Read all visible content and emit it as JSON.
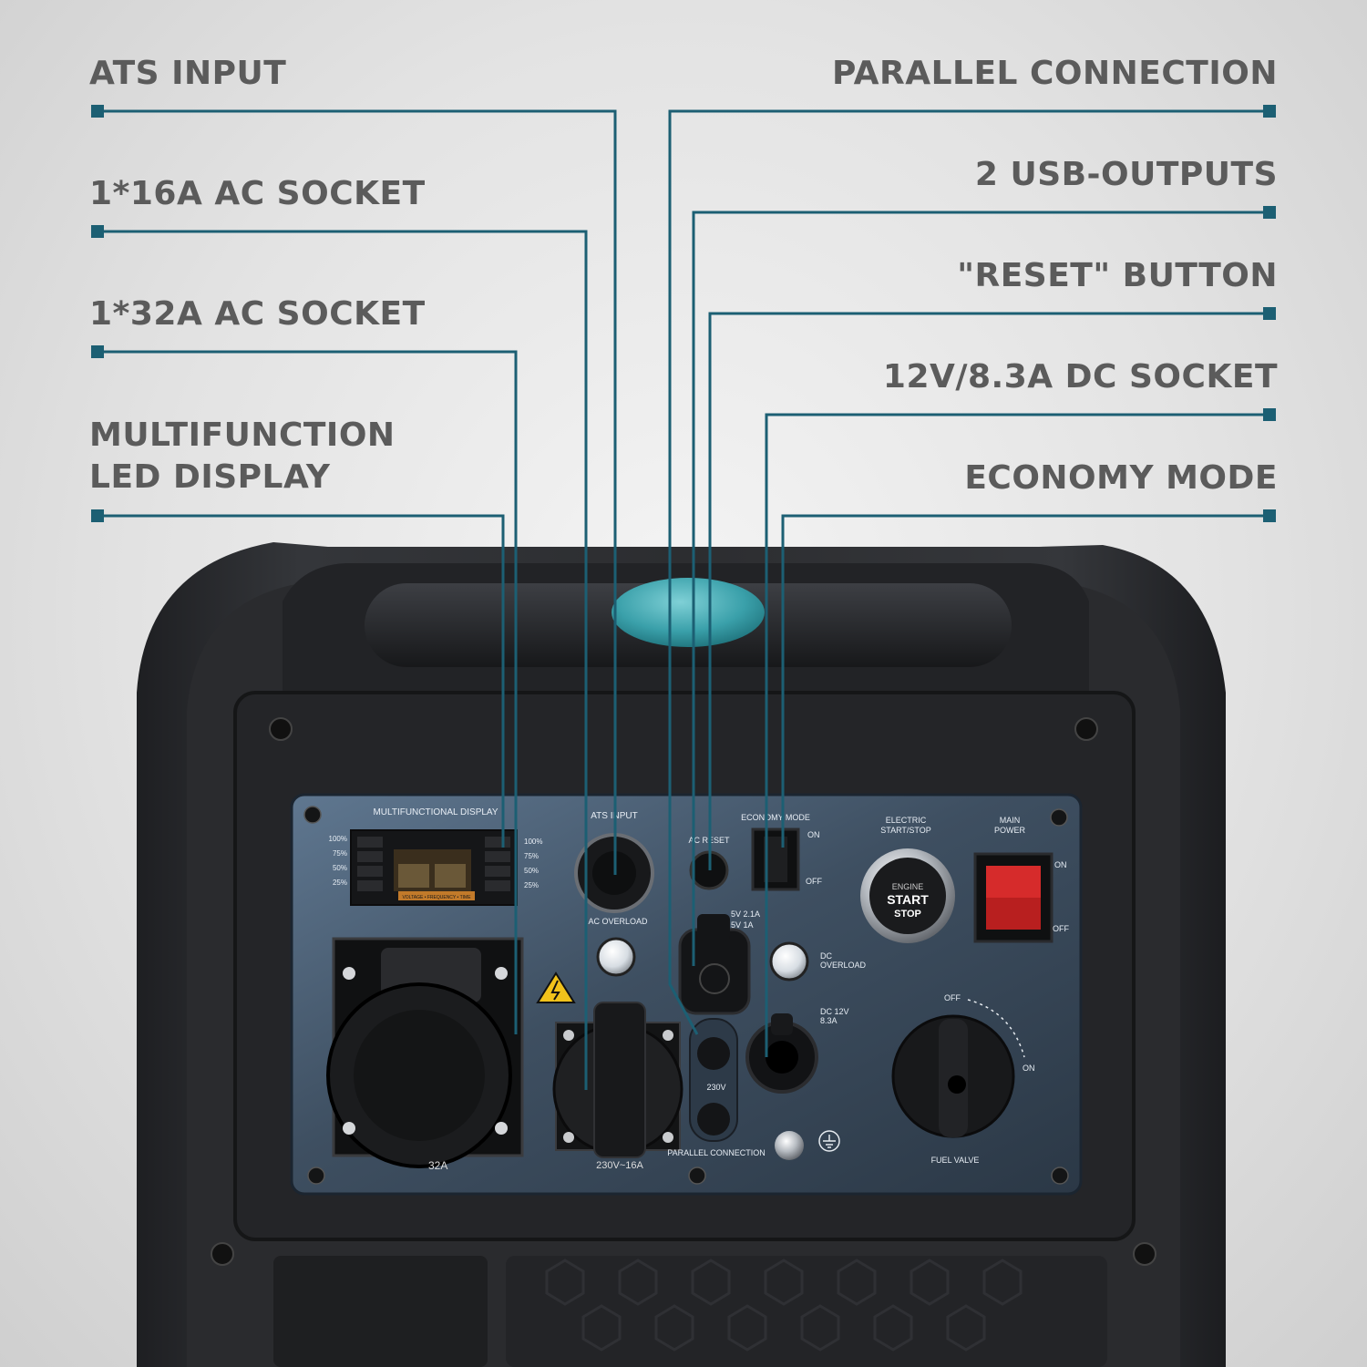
{
  "callouts_left": [
    {
      "id": "ats-input",
      "label": "ATS INPUT"
    },
    {
      "id": "ac-16a",
      "label": "1*16A AC SOCKET"
    },
    {
      "id": "ac-32a",
      "label": "1*32A AC SOCKET"
    },
    {
      "id": "led-display",
      "line1": "MULTIFUNCTION",
      "line2": "LED DISPLAY"
    }
  ],
  "callouts_right": [
    {
      "id": "parallel",
      "label": "PARALLEL CONNECTION"
    },
    {
      "id": "usb",
      "label": "2 USB-OUTPUTS"
    },
    {
      "id": "reset",
      "label": "\"RESET\" BUTTON"
    },
    {
      "id": "dc-socket",
      "label": "12V/8.3A DC SOCKET"
    },
    {
      "id": "economy",
      "label": "ECONOMY MODE"
    }
  ],
  "panel": {
    "display_title": "MULTIFUNCTIONAL DISPLAY",
    "levels": [
      "100%",
      "75%",
      "50%",
      "25%"
    ],
    "display_strip": "VOLTAGE • FREQUENCY • TIME",
    "ats_input": "ATS INPUT",
    "ac_reset": "AC RESET",
    "ac_overload": "AC OVERLOAD",
    "economy_mode": "ECONOMY MODE",
    "on": "ON",
    "off": "OFF",
    "usb_spec1": "5V 2.1A",
    "usb_spec2": "5V 1A",
    "dc_overload1": "DC",
    "dc_overload2": "OVERLOAD",
    "dc_spec1": "DC 12V",
    "dc_spec2": "8.3A",
    "electric1": "ELECTRIC",
    "electric2": "START/STOP",
    "engine": "ENGINE",
    "start": "START",
    "stop": "STOP",
    "main1": "MAIN",
    "main2": "POWER",
    "fuel_valve": "FUEL VALVE",
    "parallel_connection": "PARALLEL CONNECTION",
    "v230": "230V",
    "socket_16a": "230V~16A",
    "socket_32a": "32A"
  },
  "colors": {
    "accent": "#1c5f73",
    "handle_button": "#3aa0aa",
    "panel": "#3c4c5d",
    "body": "#2a2b2e",
    "switch": "#d62b2b"
  }
}
